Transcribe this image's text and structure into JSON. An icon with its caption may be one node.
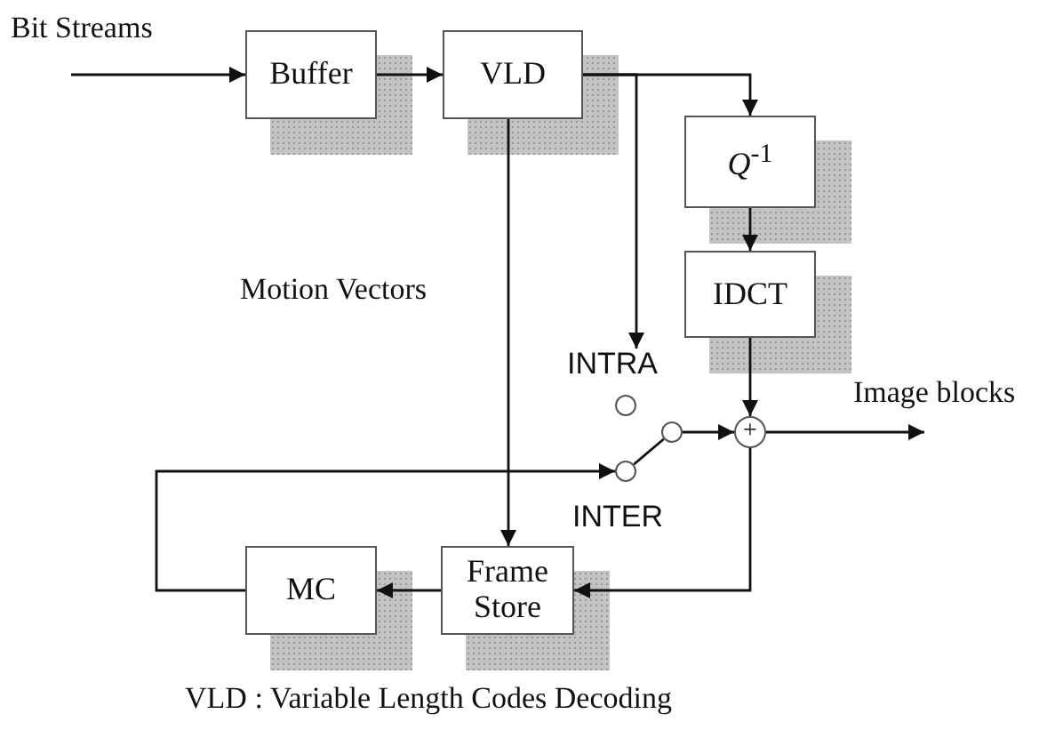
{
  "diagram": {
    "caption": "VLD : Variable Length Codes Decoding",
    "nodes": [
      {
        "text": [
          "Buffer"
        ]
      },
      {
        "text": [
          "VLD"
        ]
      },
      {
        "text": [
          "*Q*$^{-1}$"
        ]
      },
      {
        "text": [
          "IDCT"
        ]
      },
      {
        "text": [],
        "shape": "circle",
        "beside": [
          "INTRA"
        ]
      },
      {
        "text": [],
        "shape": "circle"
      },
      {
        "text": [
          "+"
        ]
      },
      {
        "text": [],
        "shape": "circle",
        "beside": [
          "INTER"
        ]
      },
      {
        "text": [
          "MC"
        ]
      },
      {
        "text": [
          "Frame Store"
        ]
      }
    ],
    "edges": [
      {
        "from": null,
        "to": 0,
        "arrow": "to",
        "label": "Bit Streams"
      },
      {
        "from": 0,
        "to": 1,
        "arrow": "to"
      },
      {
        "from": 1,
        "to": 2,
        "arrow": "to"
      },
      {
        "from": 1,
        "to": 4,
        "arrow": "to"
      },
      {
        "from": 2,
        "to": 3,
        "arrow": "to"
      },
      {
        "from": 3,
        "to": 6,
        "arrow": "to"
      },
      {
        "from": 5,
        "to": 6,
        "arrow": "to"
      },
      {
        "from": 6,
        "to": null,
        "arrow": "to",
        "label": "Image blocks"
      },
      {
        "from": 1,
        "to": 9,
        "arrow": "to",
        "label": "Motion Vectors"
      },
      {
        "from": 6,
        "to": 9,
        "arrow": "to"
      },
      {
        "from": 9,
        "to": 8,
        "arrow": "to"
      },
      {
        "from": 8,
        "to": 7,
        "arrow": "to"
      },
      {
        "from": 7,
        "to": 5,
        "arrow": "none"
      }
    ]
  }
}
